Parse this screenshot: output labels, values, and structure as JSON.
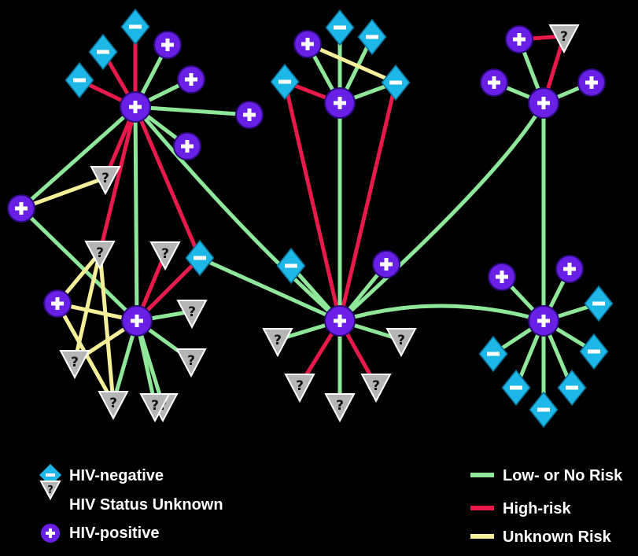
{
  "colors": {
    "background": "#000000",
    "low_risk": "#8fe89a",
    "high_risk": "#e8194b",
    "unknown_risk": "#f5ef9a",
    "hiv_negative": "#1eb8e8",
    "hiv_unknown": "#b5b5b5",
    "hiv_positive": "#6a1fe6"
  },
  "symbols": {
    "negative": "−",
    "positive": "+",
    "unknown": "?"
  },
  "legend": {
    "node_types": [
      {
        "type": "negative",
        "label": "HIV-negative"
      },
      {
        "type": "unknown",
        "label": "HIV Status Unknown"
      },
      {
        "type": "positive",
        "label": "HIV-positive"
      }
    ],
    "edge_types": [
      {
        "type": "low",
        "label": "Low- or No Risk"
      },
      {
        "type": "high",
        "label": "High-risk"
      },
      {
        "type": "unknown",
        "label": "Unknown Risk"
      }
    ]
  },
  "nodes": [
    {
      "id": "h1",
      "type": "positive",
      "hub": true
    },
    {
      "id": "n1",
      "type": "negative"
    },
    {
      "id": "n2",
      "type": "negative"
    },
    {
      "id": "n3",
      "type": "negative"
    },
    {
      "id": "p1",
      "type": "positive"
    },
    {
      "id": "p2",
      "type": "positive"
    },
    {
      "id": "p3",
      "type": "positive"
    },
    {
      "id": "pbridge",
      "type": "positive"
    },
    {
      "id": "pleft",
      "type": "positive"
    },
    {
      "id": "u1",
      "type": "unknown"
    },
    {
      "id": "u2",
      "type": "unknown"
    },
    {
      "id": "u3",
      "type": "unknown"
    },
    {
      "id": "n4",
      "type": "negative"
    },
    {
      "id": "h2",
      "type": "positive",
      "hub": true
    },
    {
      "id": "p4",
      "type": "positive"
    },
    {
      "id": "u4",
      "type": "unknown"
    },
    {
      "id": "u5",
      "type": "unknown"
    },
    {
      "id": "u6",
      "type": "unknown"
    },
    {
      "id": "u7",
      "type": "unknown"
    },
    {
      "id": "u8",
      "type": "unknown"
    },
    {
      "id": "u9",
      "type": "unknown"
    },
    {
      "id": "h3",
      "type": "positive",
      "hub": true
    },
    {
      "id": "n5",
      "type": "negative"
    },
    {
      "id": "n6",
      "type": "negative"
    },
    {
      "id": "n7",
      "type": "negative"
    },
    {
      "id": "n8",
      "type": "negative"
    },
    {
      "id": "h4",
      "type": "positive",
      "hub": true
    },
    {
      "id": "n9",
      "type": "negative"
    },
    {
      "id": "p5",
      "type": "positive"
    },
    {
      "id": "u10",
      "type": "unknown"
    },
    {
      "id": "u11",
      "type": "unknown"
    },
    {
      "id": "u12",
      "type": "unknown"
    },
    {
      "id": "u13",
      "type": "unknown"
    },
    {
      "id": "u14",
      "type": "unknown"
    },
    {
      "id": "h5",
      "type": "positive",
      "hub": true
    },
    {
      "id": "p6",
      "type": "positive"
    },
    {
      "id": "p7",
      "type": "positive"
    },
    {
      "id": "p8",
      "type": "positive"
    },
    {
      "id": "u15",
      "type": "unknown"
    },
    {
      "id": "h6",
      "type": "positive",
      "hub": true
    },
    {
      "id": "p9",
      "type": "positive"
    },
    {
      "id": "p10",
      "type": "positive"
    },
    {
      "id": "n10",
      "type": "negative"
    },
    {
      "id": "n11",
      "type": "negative"
    },
    {
      "id": "n12",
      "type": "negative"
    },
    {
      "id": "n13",
      "type": "negative"
    },
    {
      "id": "n14",
      "type": "negative"
    },
    {
      "id": "n15",
      "type": "negative"
    }
  ],
  "edges": [
    {
      "from": "h1",
      "to": "n1",
      "risk": "high"
    },
    {
      "from": "h1",
      "to": "n2",
      "risk": "high"
    },
    {
      "from": "h1",
      "to": "n3",
      "risk": "high"
    },
    {
      "from": "h1",
      "to": "p1",
      "risk": "low"
    },
    {
      "from": "h1",
      "to": "p2",
      "risk": "low"
    },
    {
      "from": "h1",
      "to": "p3",
      "risk": "low"
    },
    {
      "from": "h1",
      "to": "pbridge",
      "risk": "low"
    },
    {
      "from": "h1",
      "to": "pleft",
      "risk": "low"
    },
    {
      "from": "h1",
      "to": "u1",
      "risk": "high"
    },
    {
      "from": "h1",
      "to": "u2",
      "risk": "high"
    },
    {
      "from": "h1",
      "to": "n4",
      "risk": "high"
    },
    {
      "from": "h1",
      "to": "h2",
      "risk": "low"
    },
    {
      "from": "h1",
      "to": "h4",
      "risk": "low"
    },
    {
      "from": "pleft",
      "to": "u1",
      "risk": "unknown"
    },
    {
      "from": "pleft",
      "to": "h2",
      "risk": "low"
    },
    {
      "from": "u2",
      "to": "u4",
      "risk": "unknown"
    },
    {
      "from": "u2",
      "to": "p4",
      "risk": "unknown"
    },
    {
      "from": "u2",
      "to": "u5",
      "risk": "unknown"
    },
    {
      "from": "p4",
      "to": "h2",
      "risk": "unknown"
    },
    {
      "from": "p4",
      "to": "u5",
      "risk": "unknown"
    },
    {
      "from": "u4",
      "to": "h2",
      "risk": "unknown"
    },
    {
      "from": "h2",
      "to": "u3",
      "risk": "high"
    },
    {
      "from": "h2",
      "to": "n4",
      "risk": "high"
    },
    {
      "from": "h2",
      "to": "u6",
      "risk": "low"
    },
    {
      "from": "h2",
      "to": "u7",
      "risk": "low"
    },
    {
      "from": "h2",
      "to": "u8",
      "risk": "low"
    },
    {
      "from": "h2",
      "to": "u9",
      "risk": "low"
    },
    {
      "from": "h2",
      "to": "u5",
      "risk": "low"
    },
    {
      "from": "h3",
      "to": "n5",
      "risk": "high"
    },
    {
      "from": "h3",
      "to": "n6",
      "risk": "low"
    },
    {
      "from": "h3",
      "to": "n7",
      "risk": "low"
    },
    {
      "from": "h3",
      "to": "n8",
      "risk": "low"
    },
    {
      "from": "h3",
      "to": "p5",
      "risk": "low"
    },
    {
      "from": "h3",
      "to": "h4",
      "risk": "low"
    },
    {
      "from": "n8",
      "to": "p5",
      "risk": "unknown"
    },
    {
      "from": "n4",
      "to": "h4",
      "risk": "low"
    },
    {
      "from": "n8",
      "to": "h4",
      "risk": "high"
    },
    {
      "from": "n5",
      "to": "h4",
      "risk": "high"
    },
    {
      "from": "h4",
      "to": "n9",
      "risk": "low"
    },
    {
      "from": "h4",
      "to": "p6",
      "risk": "low"
    },
    {
      "from": "h4",
      "to": "u10",
      "risk": "low"
    },
    {
      "from": "h4",
      "to": "u11",
      "risk": "low"
    },
    {
      "from": "h4",
      "to": "u12",
      "risk": "high"
    },
    {
      "from": "h4",
      "to": "u13",
      "risk": "low"
    },
    {
      "from": "h4",
      "to": "u14",
      "risk": "high"
    },
    {
      "from": "h4",
      "to": "h5",
      "risk": "low"
    },
    {
      "from": "h4",
      "to": "h6",
      "risk": "low"
    },
    {
      "from": "h5",
      "to": "p7",
      "risk": "low"
    },
    {
      "from": "h5",
      "to": "p8",
      "risk": "low"
    },
    {
      "from": "h5",
      "to": "p9",
      "risk": "low"
    },
    {
      "from": "h5",
      "to": "u15",
      "risk": "high"
    },
    {
      "from": "p7",
      "to": "u15",
      "risk": "high"
    },
    {
      "from": "h5",
      "to": "h6",
      "risk": "low"
    },
    {
      "from": "h6",
      "to": "p10",
      "risk": "low"
    },
    {
      "from": "h6",
      "to": "n10",
      "risk": "low"
    },
    {
      "from": "h6",
      "to": "n11",
      "risk": "low"
    },
    {
      "from": "h6",
      "to": "n12",
      "risk": "low"
    },
    {
      "from": "h6",
      "to": "n13",
      "risk": "low"
    },
    {
      "from": "h6",
      "to": "n14",
      "risk": "low"
    },
    {
      "from": "h6",
      "to": "n15",
      "risk": "low"
    }
  ]
}
